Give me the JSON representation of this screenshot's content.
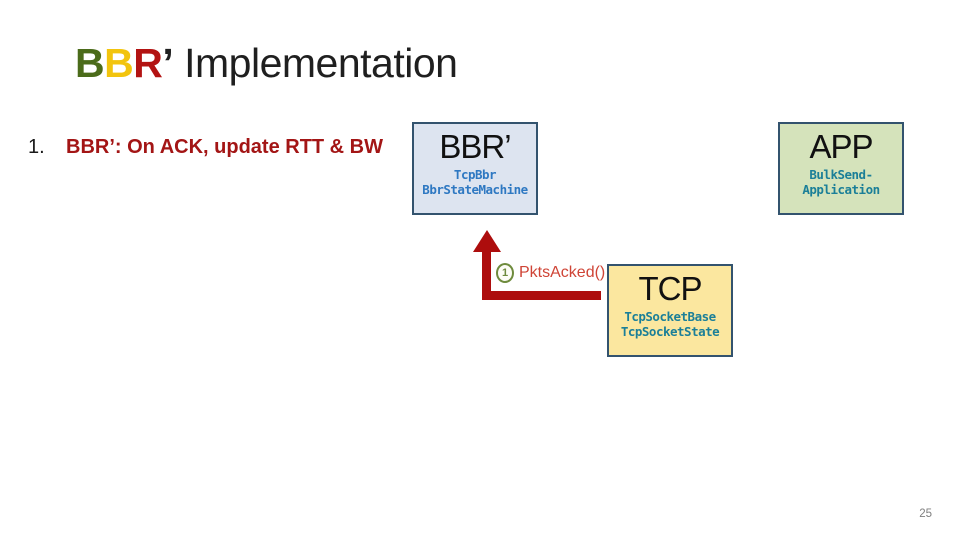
{
  "title": {
    "b1": "B",
    "b2": "B",
    "r": "R",
    "apostrophe": "’",
    "rest": " Implementation",
    "colors": {
      "b1": "#4b6b1a",
      "b2": "#f2c40e",
      "r": "#b31312",
      "rest": "#1f1f1f"
    }
  },
  "bullet": {
    "number": "1.",
    "text": "BBR’: On ACK, update RTT & BW",
    "color": "#a31515"
  },
  "boxes": [
    {
      "id": "bbr",
      "title": "BBR’",
      "lines": [
        "TcpBbr",
        "BbrStateMachine"
      ],
      "fill": "#dde4f0",
      "border": "#33536e",
      "text_color": "#2e78c2"
    },
    {
      "id": "app",
      "title": "APP",
      "lines": [
        "BulkSend-",
        "Application"
      ],
      "fill": "#d5e3bb",
      "border": "#33536e",
      "text_color": "#1b7f98"
    },
    {
      "id": "tcp",
      "title": "TCP",
      "lines": [
        "TcpSocketBase",
        "TcpSocketState"
      ],
      "fill": "#fbe79f",
      "border": "#33536e",
      "text_color": "#1b7f98"
    }
  ],
  "arrow": {
    "step": "1",
    "label": "PktsAcked()",
    "color": "#ad0d0d",
    "label_color": "#cf4436",
    "step_color": "#6e8b3d",
    "from": "TCP",
    "to": "BBR’"
  },
  "page_number": "25"
}
